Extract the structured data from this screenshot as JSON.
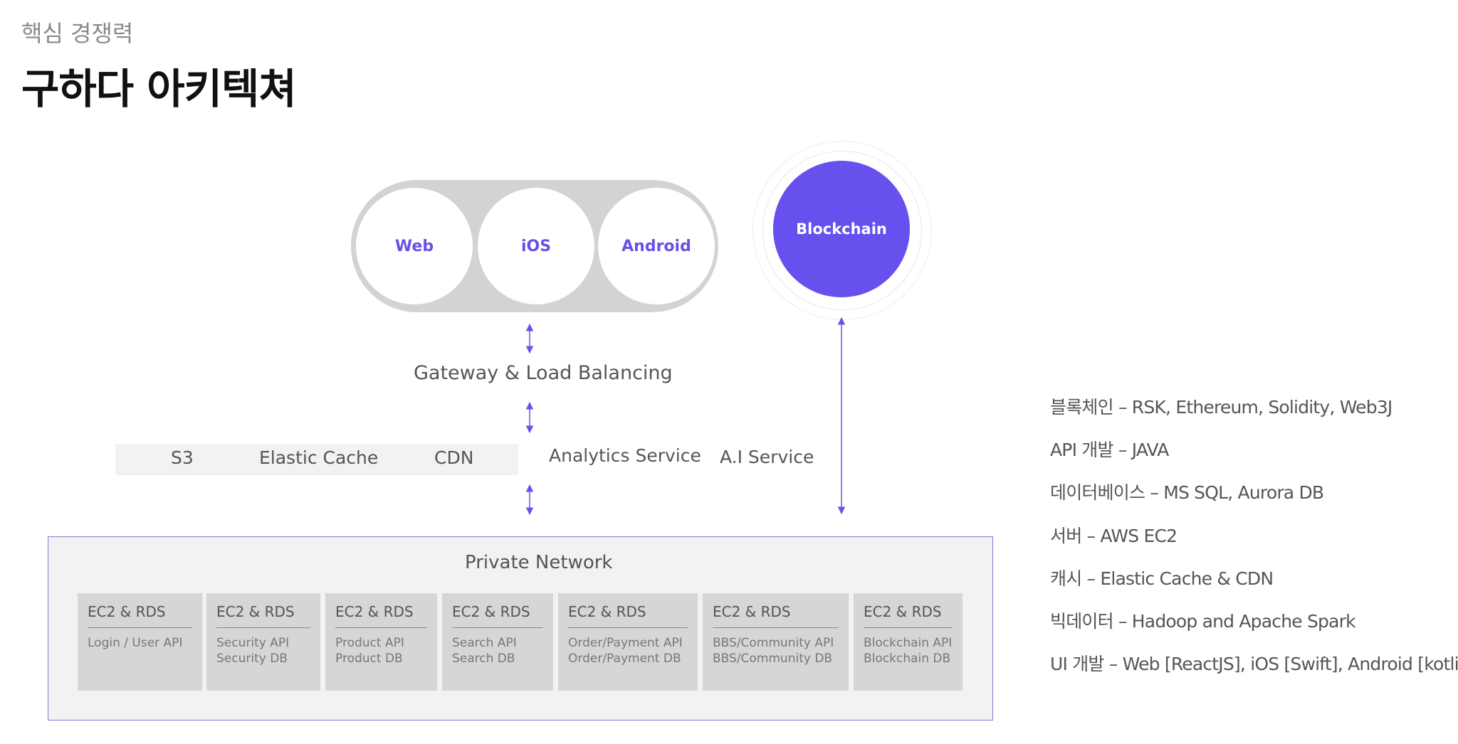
{
  "header": {
    "subtitle": "핵심 경쟁력",
    "title": "구하다 아키텍쳐"
  },
  "clients": [
    {
      "label": "Web"
    },
    {
      "label": "iOS"
    },
    {
      "label": "Android"
    }
  ],
  "blockchain": {
    "label": "Blockchain"
  },
  "gateway": {
    "label": "Gateway & Load Balancing"
  },
  "services": [
    {
      "label": "S3"
    },
    {
      "label": "Elastic Cache"
    },
    {
      "label": "CDN"
    },
    {
      "label": "Analytics Service"
    },
    {
      "label": "A.I Service"
    }
  ],
  "network": {
    "label": "Private Network",
    "cards": [
      {
        "title": "EC2 & RDS",
        "lines": [
          "Login / User API"
        ]
      },
      {
        "title": "EC2 & RDS",
        "lines": [
          "Security API",
          "Security DB"
        ]
      },
      {
        "title": "EC2 & RDS",
        "lines": [
          "Product API",
          "Product DB"
        ]
      },
      {
        "title": "EC2 & RDS",
        "lines": [
          "Search API",
          "Search DB"
        ]
      },
      {
        "title": "EC2 & RDS",
        "lines": [
          "Order/Payment API",
          "Order/Payment DB"
        ]
      },
      {
        "title": "EC2 & RDS",
        "lines": [
          "BBS/Community API",
          "BBS/Community DB"
        ]
      },
      {
        "title": "EC2 & RDS",
        "lines": [
          "Blockchain API",
          "Blockchain DB"
        ]
      }
    ]
  },
  "tech_stack": [
    "블록체인 – RSK, Ethereum, Solidity, Web3J",
    "API 개발 – JAVA",
    "데이터베이스 – MS SQL, Aurora DB",
    "서버 – AWS EC2",
    "캐시 – Elastic Cache & CDN",
    "빅데이터 – Hadoop and Apache Spark",
    "UI 개발 – Web [ReactJS], iOS [Swift], Android [kotlin]"
  ],
  "colors": {
    "accent": "#6650ee",
    "pill": "#d3d3d3",
    "panel": "#f2f2f2",
    "card": "#d6d6d6",
    "network_border": "#8878d8"
  }
}
